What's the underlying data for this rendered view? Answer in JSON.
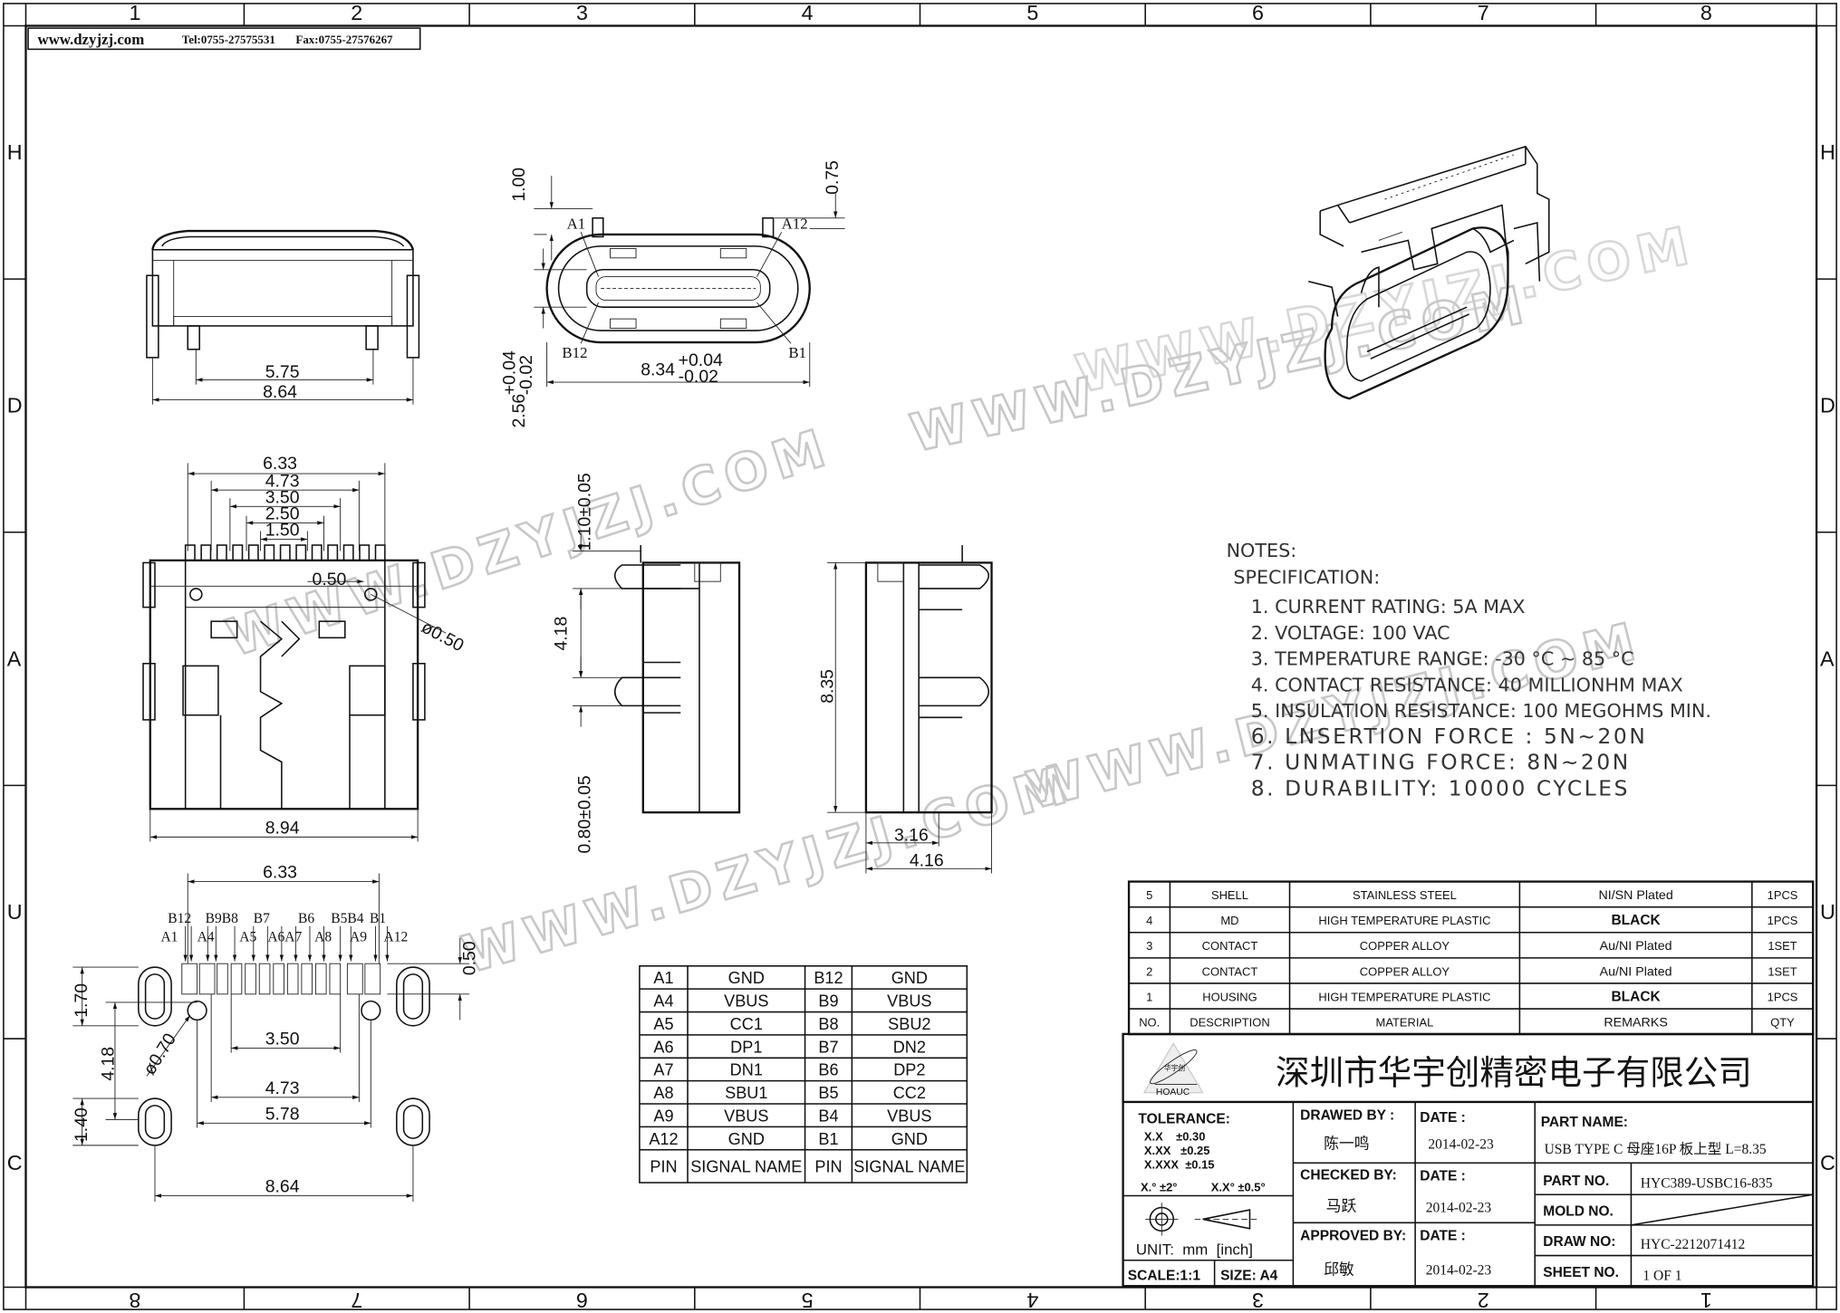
{
  "header_stamp": {
    "site": "www.dzyjzj.com",
    "tel": "Tel:0755-27575531",
    "fax": "Fax:0755-27576267"
  },
  "grid": {
    "columns_top": [
      "1",
      "2",
      "3",
      "4",
      "5",
      "6",
      "7",
      "8"
    ],
    "columns_bottom": [
      "8",
      "7",
      "6",
      "5",
      "4",
      "3",
      "2",
      "1"
    ],
    "rows": [
      "H",
      "D",
      "A",
      "U",
      "C"
    ]
  },
  "watermark": "WWW.DZYJZJ.COM",
  "views": {
    "front": {
      "dims": [
        "5.75",
        "8.64"
      ]
    },
    "mating_face": {
      "pin_labels": [
        "A1",
        "A12",
        "B12",
        "B1"
      ],
      "dims": [
        "1.00",
        "0.75",
        "2.56",
        "+0.04",
        "-0.02",
        "8.34",
        "+0.04",
        "-0.02"
      ]
    },
    "top": {
      "dims": [
        "6.33",
        "4.73",
        "3.50",
        "2.50",
        "1.50",
        "0.50",
        "ø0.50",
        "8.94"
      ]
    },
    "side_left": {
      "dims": [
        "1.10±0.05",
        "4.18",
        "0.80±0.05"
      ]
    },
    "side_right": {
      "dims": [
        "8.35",
        "3.16",
        "4.16"
      ]
    },
    "footprint": {
      "b_row_labels": [
        "B12",
        "B9B8",
        "B7",
        "B6",
        "B5B4",
        "B1"
      ],
      "a_row_labels": [
        "A1",
        "A4",
        "A5",
        "A6A7",
        "A8",
        "A9",
        "A12"
      ],
      "dims": [
        "6.33",
        "0.50",
        "1.70",
        "4.18",
        "1.40",
        "ø0.70",
        "3.50",
        "4.73",
        "5.78",
        "8.64"
      ]
    }
  },
  "pin_table": {
    "rows": [
      [
        "A1",
        "GND",
        "B12",
        "GND"
      ],
      [
        "A4",
        "VBUS",
        "B9",
        "VBUS"
      ],
      [
        "A5",
        "CC1",
        "B8",
        "SBU2"
      ],
      [
        "A6",
        "DP1",
        "B7",
        "DN2"
      ],
      [
        "A7",
        "DN1",
        "B6",
        "DP2"
      ],
      [
        "A8",
        "SBU1",
        "B5",
        "CC2"
      ],
      [
        "A9",
        "VBUS",
        "B4",
        "VBUS"
      ],
      [
        "A12",
        "GND",
        "B1",
        "GND"
      ]
    ],
    "header": [
      "PIN",
      "SIGNAL NAME",
      "PIN",
      "SIGNAL NAME"
    ]
  },
  "notes": {
    "title": "NOTES:",
    "subtitle": "SPECIFICATION:",
    "items": [
      "1. CURRENT RATING: 5A MAX",
      "2. VOLTAGE: 100 VAC",
      "3. TEMPERATURE RANGE: -30 °C ~ 85 °C",
      "4. CONTACT RESISTANCE: 40 MILLIONHM MAX",
      "5. INSULATION RESISTANCE: 100 MEGOHMS MIN.",
      "6. LNSERTION FORCE : 5N~20N",
      "7. UNMATING FORCE: 8N~20N",
      "8. DURABILITY: 10000 CYCLES"
    ]
  },
  "bom": {
    "rows": [
      [
        "5",
        "SHELL",
        "STAINLESS STEEL",
        "NI/SN  Plated",
        "1PCS"
      ],
      [
        "4",
        "MD",
        "HIGH TEMPERATURE PLASTIC",
        "BLACK",
        "1PCS"
      ],
      [
        "3",
        "CONTACT",
        "COPPER ALLOY",
        "Au/NI Plated",
        "1SET"
      ],
      [
        "2",
        "CONTACT",
        "COPPER ALLOY",
        "Au/NI Plated",
        "1SET"
      ],
      [
        "1",
        "HOUSING",
        "HIGH TEMPERATURE PLASTIC",
        "BLACK",
        "1PCS"
      ]
    ],
    "header": [
      "NO.",
      "DESCRIPTION",
      "MATERIAL",
      "REMARKS",
      "QTY"
    ]
  },
  "title_block": {
    "logo_text": "HOAUC",
    "logo_cn": "华宇创",
    "company": "深圳市华宇创精密电子有限公司",
    "tolerance": {
      "label": "TOLERANCE:",
      "lines": [
        "X.X    ±0.30",
        "X.XX   ±0.25",
        "X.XXX  ±0.15"
      ],
      "angular": [
        "X.° ±2°",
        "X.X° ±0.5°"
      ]
    },
    "unit": "UNIT:  mm  [inch]",
    "scale": "SCALE:1:1",
    "size": "SIZE:  A4",
    "drawed_by_label": "DRAWED BY :",
    "drawed_by": "陈一鸣",
    "checked_by_label": "CHECKED BY:",
    "checked_by": "马跃",
    "approved_by_label": "APPROVED BY:",
    "approved_by": "邱敏",
    "date_label": "DATE :",
    "dates": [
      "2014-02-23",
      "2014-02-23",
      "2014-02-23"
    ],
    "part_name_label": "PART NAME:",
    "part_name": "USB TYPE C 母座16P 板上型 L=8.35",
    "part_no_label": "PART NO.",
    "part_no": "HYC389-USBC16-835",
    "mold_no_label": "MOLD NO.",
    "draw_no_label": "DRAW NO:",
    "draw_no": "HYC-2212071412",
    "sheet_no_label": "SHEET NO.",
    "sheet_no": "1 OF 1"
  }
}
